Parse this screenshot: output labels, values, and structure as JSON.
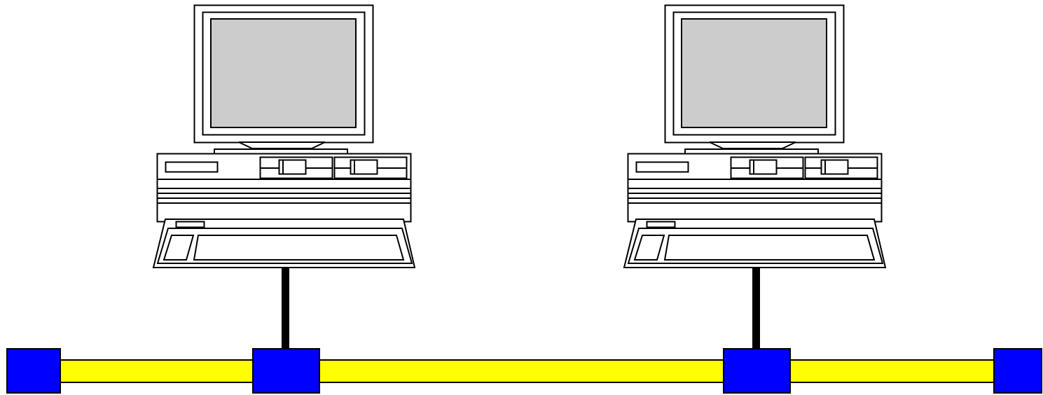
{
  "diagram": {
    "type": "bus-network",
    "colors": {
      "background": "#ffffff",
      "stroke": "#000000",
      "screen": "#cccccc",
      "bus": "#ffff00",
      "node": "#0000ff",
      "drop_cable": "#000000"
    },
    "workstations": [
      {
        "id": "workstation-1",
        "icon": "desktop-computer-icon"
      },
      {
        "id": "workstation-2",
        "icon": "desktop-computer-icon"
      }
    ],
    "bus": {
      "icon": "coaxial-bus-cable",
      "nodes": [
        {
          "id": "terminator-left",
          "role": "terminator"
        },
        {
          "id": "tap-1",
          "role": "tap",
          "connects": "workstation-1"
        },
        {
          "id": "tap-2",
          "role": "tap",
          "connects": "workstation-2"
        },
        {
          "id": "terminator-right",
          "role": "terminator"
        }
      ]
    }
  }
}
